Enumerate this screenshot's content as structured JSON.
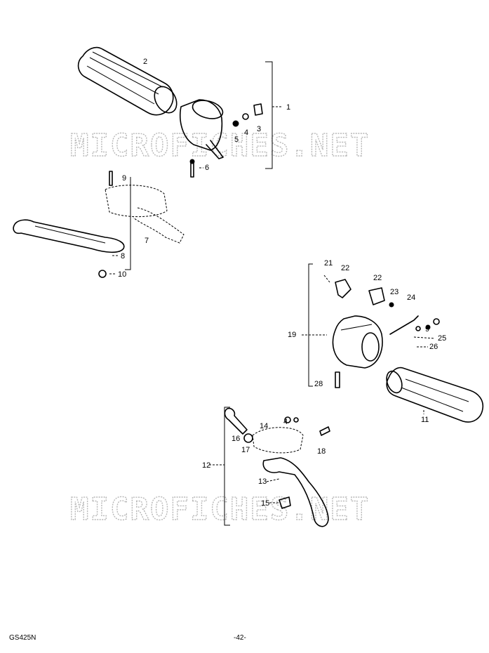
{
  "watermarks": [
    "MICROFICHES.NET",
    "MICROFICHES.NET"
  ],
  "callouts": [
    "1",
    "2",
    "3",
    "4",
    "5",
    "6",
    "7",
    "8",
    "9",
    "10",
    "11",
    "12",
    "13",
    "14",
    "15",
    "16",
    "17",
    "18",
    "19",
    "21",
    "22",
    "22",
    "23",
    "24",
    "25",
    "26",
    "28",
    "9",
    "4"
  ],
  "footer": {
    "code": "GS425N",
    "page": "-42-"
  }
}
